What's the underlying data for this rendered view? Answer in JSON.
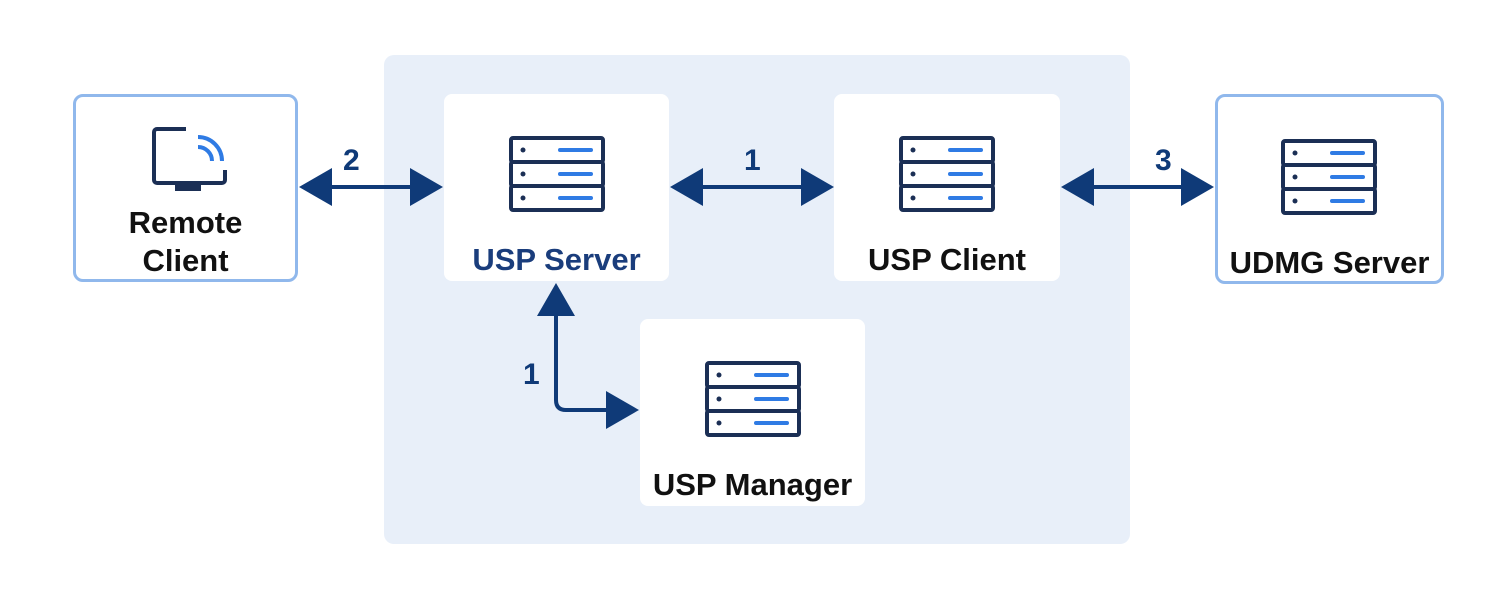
{
  "colors": {
    "group_fill": "#e8eff9",
    "node_fill": "#ffffff",
    "outer_border": "#90b8ec",
    "arrow": "#0f3a78",
    "icon_dark": "#1b2f55",
    "icon_accent": "#2f7be4",
    "label_dark": "#111111",
    "label_accent": "#1a3d7c"
  },
  "nodes": {
    "remote_client": {
      "label": "Remote\nClient",
      "icon": "monitor-cast-icon"
    },
    "usp_server": {
      "label": "USP Server",
      "icon": "server-rack-icon"
    },
    "usp_client": {
      "label": "USP Client",
      "icon": "server-rack-icon"
    },
    "udmg_server": {
      "label": "UDMG Server",
      "icon": "server-rack-icon"
    },
    "usp_manager": {
      "label": "USP Manager",
      "icon": "server-rack-icon"
    }
  },
  "edges": [
    {
      "from": "remote_client",
      "to": "usp_server",
      "label": "2",
      "direction": "both"
    },
    {
      "from": "usp_server",
      "to": "usp_client",
      "label": "1",
      "direction": "both"
    },
    {
      "from": "usp_client",
      "to": "udmg_server",
      "label": "3",
      "direction": "both"
    },
    {
      "from": "usp_server",
      "to": "usp_manager",
      "label": "1",
      "direction": "both"
    }
  ]
}
